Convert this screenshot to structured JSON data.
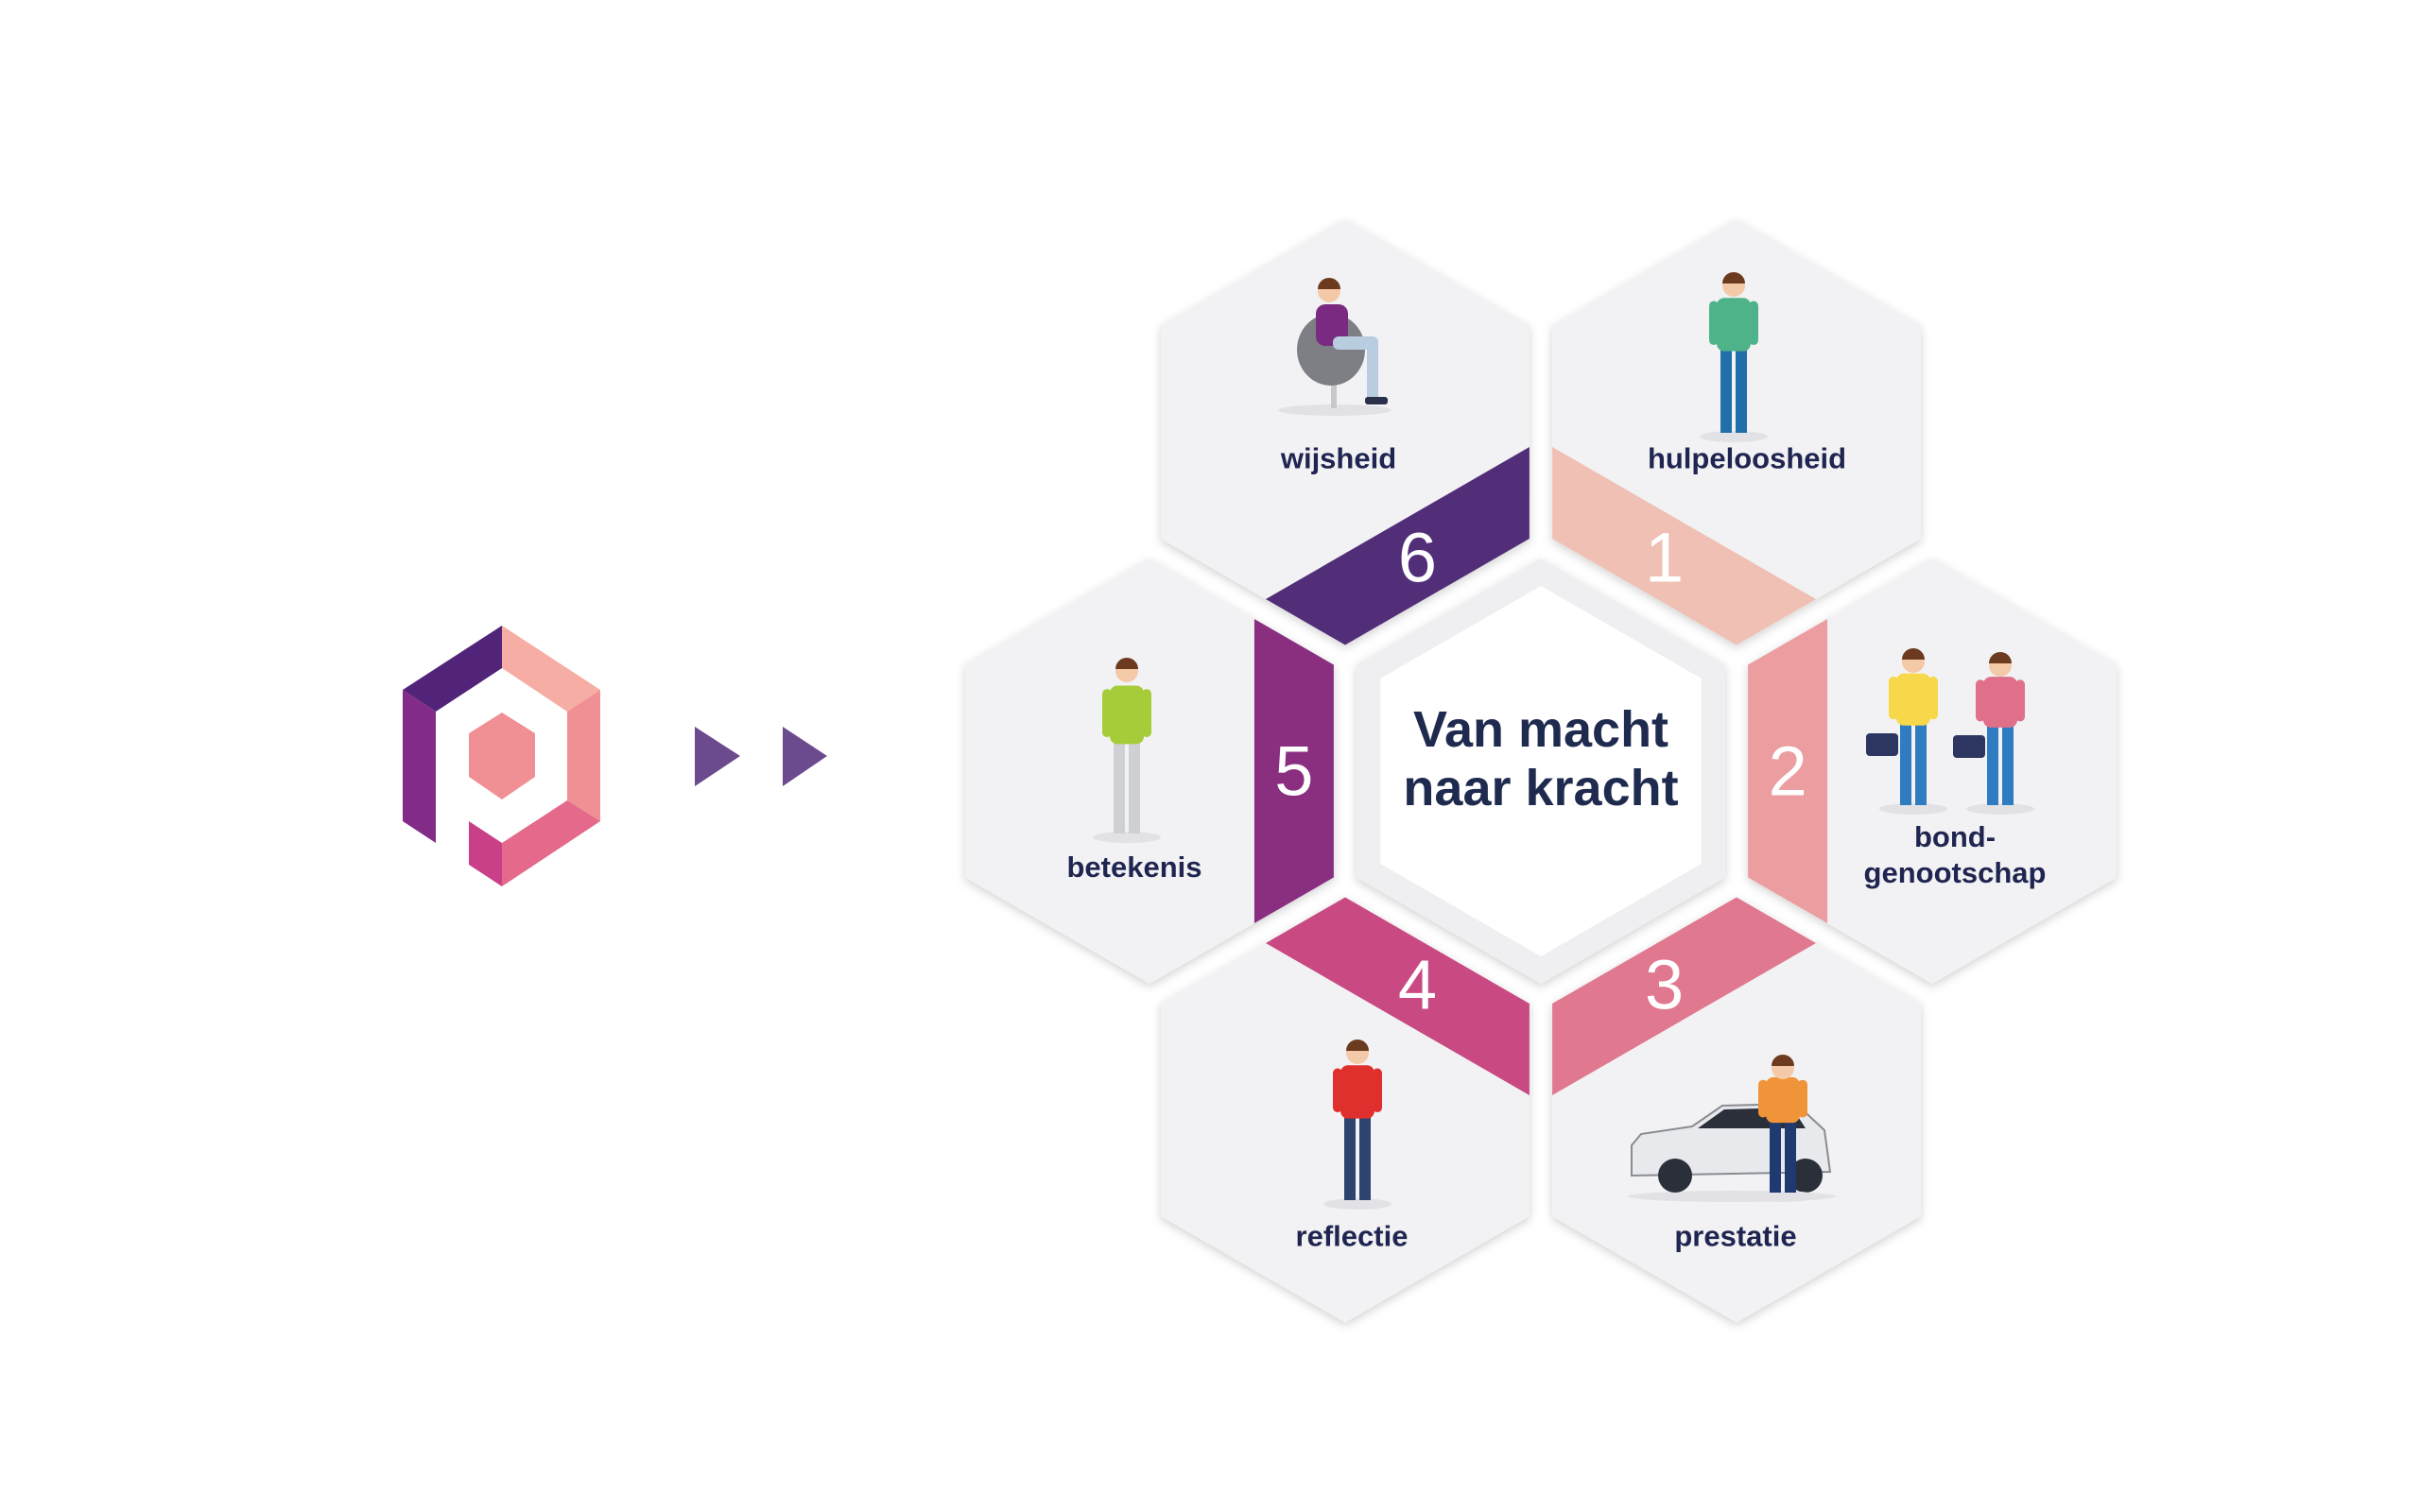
{
  "title": {
    "line1": "Van macht",
    "line2": "naar kracht"
  },
  "logo": {
    "icon": "hexagon-p-logo",
    "colors": {
      "topLeft": "#522479",
      "topRight": "#f5ada4",
      "right": "#f09095",
      "bottomRight": "#e5698a",
      "bottomSmall": "#c94088",
      "left": "#822c87",
      "inner": "#f09095"
    }
  },
  "arrows": {
    "icon": "play-triangle-icon",
    "color": "#6b4a8e",
    "count": 2
  },
  "steps": [
    {
      "number": "1",
      "label": [
        "hulpeloosheid"
      ],
      "band_color": "#efc0b3",
      "illustration": "person-hands-behind-back",
      "shirt": "#4fb38a",
      "pants": "#1f6fa8"
    },
    {
      "number": "2",
      "label": [
        "bond-",
        "genootschap"
      ],
      "band_color": "#eb9da0",
      "illustration": "two-people-with-bags",
      "shirt": "#f6d84a",
      "shirt2": "#e0708a",
      "pants": "#2f7cc0"
    },
    {
      "number": "3",
      "label": [
        "prestatie"
      ],
      "band_color": "#e0788f",
      "illustration": "person-with-car",
      "shirt": "#f0943a",
      "pants": "#1f3a70"
    },
    {
      "number": "4",
      "label": [
        "reflectie"
      ],
      "band_color": "#c94a82",
      "illustration": "person-thinking",
      "shirt": "#e0302e",
      "pants": "#2d4470"
    },
    {
      "number": "5",
      "label": [
        "betekenis"
      ],
      "band_color": "#8a2f80",
      "illustration": "person-presenting",
      "shirt": "#a6cc3a",
      "pants": "#cfd0d4"
    },
    {
      "number": "6",
      "label": [
        "wijsheid"
      ],
      "band_color": "#522e78",
      "illustration": "person-in-chair",
      "shirt": "#7a2a80",
      "pants": "#b8cde0"
    }
  ]
}
